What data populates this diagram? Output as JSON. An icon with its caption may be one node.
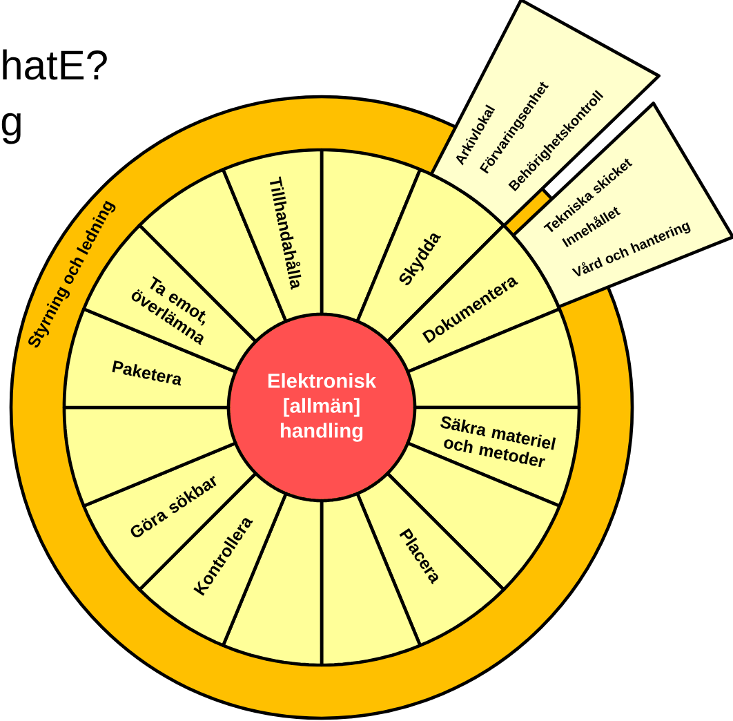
{
  "diagram": {
    "nodes": [
      {
        "text": [
          "Styrning och ledning"
        ]
      },
      {
        "text": [
          "Elektronisk [allmän] handling"
        ],
        "in": 0
      },
      {
        "text": [],
        "shape": "wedge",
        "in": 0
      },
      {
        "text": [
          "Skydda"
        ],
        "in": 0
      },
      {
        "text": [
          "Dokumentera"
        ],
        "in": 0
      },
      {
        "text": [],
        "shape": "wedge",
        "in": 0
      },
      {
        "text": [
          "Säkra materiel och metoder"
        ],
        "in": 0
      },
      {
        "text": [],
        "shape": "wedge",
        "in": 0
      },
      {
        "text": [
          "Placera"
        ],
        "in": 0
      },
      {
        "text": [],
        "shape": "wedge",
        "in": 0
      },
      {
        "text": [],
        "shape": "wedge",
        "in": 0
      },
      {
        "text": [
          "Kontrollera"
        ],
        "in": 0
      },
      {
        "text": [
          "Göra sökbar"
        ],
        "in": 0
      },
      {
        "text": [],
        "shape": "wedge",
        "in": 0
      },
      {
        "text": [
          "Paketera"
        ],
        "in": 0
      },
      {
        "text": [
          "Ta emot, överlämna"
        ],
        "in": 0
      },
      {
        "text": [],
        "shape": "wedge",
        "in": 0
      },
      {
        "text": [
          "Tillhandahålla"
        ],
        "in": 0
      },
      {
        "text": [
          "Arkivlokal",
          "Förvaringsenhet",
          "Behörighetskontroll"
        ]
      },
      {
        "text": [
          "Tekniska skicket",
          "Innehållet",
          "Vård och hantering"
        ]
      }
    ],
    "labels": [
      "hatE?",
      "g"
    ]
  }
}
